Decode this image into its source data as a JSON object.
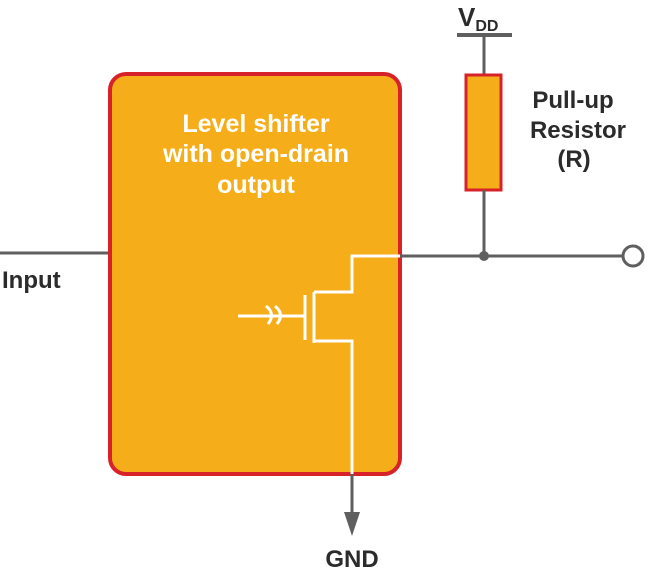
{
  "title_lines": [
    "Level shifter",
    "with open-drain",
    "output"
  ],
  "input_label": "Input",
  "gnd_label": "GND",
  "vdd": {
    "main": "V",
    "sub": "DD"
  },
  "resistor_lines": [
    "Pull-up",
    "Resistor",
    "(R)"
  ],
  "colors": {
    "block_fill": "#F5AE19",
    "block_border": "#D8222A",
    "wire": "#5F5F5F",
    "inner_wire": "#FFFFFF",
    "resistor_fill": "#F5AE19",
    "resistor_border": "#D8222A",
    "text_dark": "#2B2B2B",
    "text_light": "#FFFFFF"
  },
  "icons": {
    "transistor": "nmos-transistor-icon",
    "signal": "signal-break-icon",
    "gnd_arrow": "arrow-down-icon",
    "output_terminal": "open-circle-terminal-icon"
  }
}
